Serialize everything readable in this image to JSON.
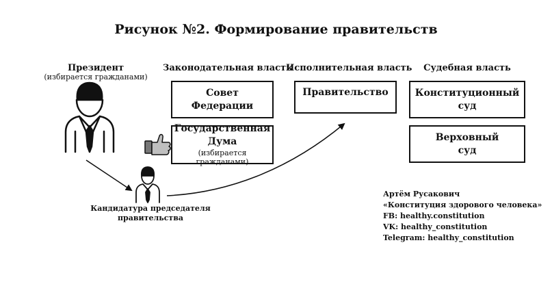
{
  "title": "Рисунок №2. Формирование правительств",
  "president": {
    "label": "Президент",
    "note": "(избирается гражданами)"
  },
  "columns": {
    "legislative": {
      "heading": "Законодательная власть",
      "council": {
        "line1": "Совет",
        "line2": "Федерации"
      },
      "duma": {
        "line1": "Государственная",
        "line2": "Дума",
        "note": "(избирается гражданами)"
      }
    },
    "executive": {
      "heading": "Исполнительная власть",
      "government": "Правительство"
    },
    "judicial": {
      "heading": "Судебная власть",
      "constitutional": {
        "line1": "Конституционный",
        "line2": "суд"
      },
      "supreme": {
        "line1": "Верховный",
        "line2": "суд"
      }
    }
  },
  "candidate": {
    "line1": "Кандидатура председателя",
    "line2": "правительства"
  },
  "credits": [
    "Артём Русакович",
    "«Конституция здорового человека»",
    "FB: healthy.constitution",
    "VK: healthy_constitution",
    "Telegram: healthy_constitution"
  ],
  "icons": {
    "president": "person-in-suit-icon",
    "candidate": "person-in-suit-icon",
    "approval": "thumbs-up-icon"
  }
}
